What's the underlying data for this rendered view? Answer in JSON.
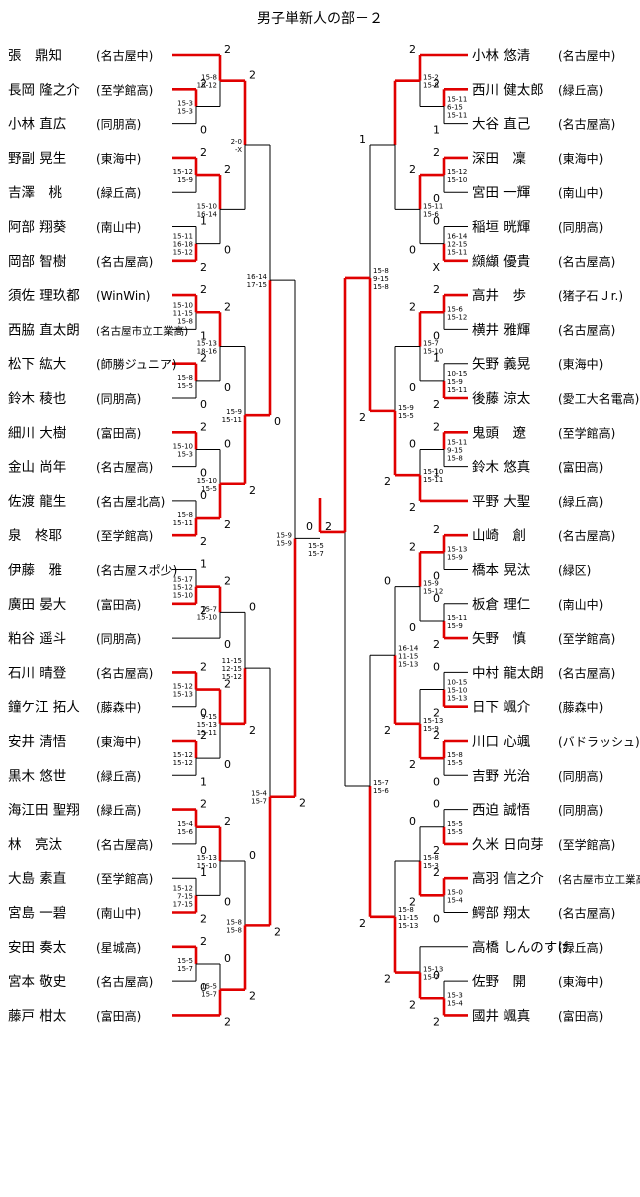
{
  "title": "男子単新人の部－２",
  "left_players": [
    {
      "name": "張　鼎知",
      "club": "(名古屋中)"
    },
    {
      "name": "長岡 隆之介",
      "club": "(至学館高)"
    },
    {
      "name": "小林 直広",
      "club": "(同朋高)"
    },
    {
      "name": "野副 晃生",
      "club": "(東海中)"
    },
    {
      "name": "吉澤　桃",
      "club": "(緑丘高)"
    },
    {
      "name": "阿部 翔葵",
      "club": "(南山中)"
    },
    {
      "name": "岡部 智樹",
      "club": "(名古屋高)"
    },
    {
      "name": "須佐 理玖都",
      "club": "(WinWin)"
    },
    {
      "name": "西脇 直太朗",
      "club": "(名古屋市立工業高)"
    },
    {
      "name": "松下 紘大",
      "club": "(師勝ジュニア)"
    },
    {
      "name": "鈴木 稜也",
      "club": "(同朋高)"
    },
    {
      "name": "細川 大樹",
      "club": "(富田高)"
    },
    {
      "name": "金山 尚年",
      "club": "(名古屋高)"
    },
    {
      "name": "佐渡 龍生",
      "club": "(名古屋北高)"
    },
    {
      "name": "泉　柊耶",
      "club": "(至学館高)"
    },
    {
      "name": "伊藤　雅",
      "club": "(名古屋スポ少)"
    },
    {
      "name": "廣田 晏大",
      "club": "(富田高)"
    },
    {
      "name": "粕谷 遥斗",
      "club": "(同朋高)"
    },
    {
      "name": "石川 晴登",
      "club": "(名古屋高)"
    },
    {
      "name": "鐘ケ江 拓人",
      "club": "(藤森中)"
    },
    {
      "name": "安井 清悟",
      "club": "(東海中)"
    },
    {
      "name": "黒木 悠世",
      "club": "(緑丘高)"
    },
    {
      "name": "海江田 聖翔",
      "club": "(緑丘高)"
    },
    {
      "name": "林　亮汰",
      "club": "(名古屋高)"
    },
    {
      "name": "大島 素直",
      "club": "(至学館高)"
    },
    {
      "name": "宮島 一碧",
      "club": "(南山中)"
    },
    {
      "name": "安田 奏太",
      "club": "(星城高)"
    },
    {
      "name": "宮本 敬史",
      "club": "(名古屋高)"
    },
    {
      "name": "藤戸 柑太",
      "club": "(富田高)"
    }
  ],
  "right_players": [
    {
      "name": "小林 悠清",
      "club": "(名古屋中)"
    },
    {
      "name": "西川 健太郎",
      "club": "(緑丘高)"
    },
    {
      "name": "大谷 直己",
      "club": "(名古屋高)"
    },
    {
      "name": "深田　凜",
      "club": "(東海中)"
    },
    {
      "name": "宮田 一輝",
      "club": "(南山中)"
    },
    {
      "name": "稲垣 晄輝",
      "club": "(同朋高)"
    },
    {
      "name": "纐纈 優貴",
      "club": "(名古屋高)"
    },
    {
      "name": "高井　歩",
      "club": "(猪子石Ｊr.)"
    },
    {
      "name": "横井 雅輝",
      "club": "(名古屋高)"
    },
    {
      "name": "矢野 義晃",
      "club": "(東海中)"
    },
    {
      "name": "後藤 涼太",
      "club": "(愛工大名電高)"
    },
    {
      "name": "鬼頭　遼",
      "club": "(至学館高)"
    },
    {
      "name": "鈴木 悠真",
      "club": "(富田高)"
    },
    {
      "name": "平野 大聖",
      "club": "(緑丘高)"
    },
    {
      "name": "山崎　創",
      "club": "(名古屋高)"
    },
    {
      "name": "橋本 晃汰",
      "club": "(緑区)"
    },
    {
      "name": "板倉 理仁",
      "club": "(南山中)"
    },
    {
      "name": "矢野　慎",
      "club": "(至学館高)"
    },
    {
      "name": "中村 龍太朗",
      "club": "(名古屋高)"
    },
    {
      "name": "日下 颯介",
      "club": "(藤森中)"
    },
    {
      "name": "川口 心颯",
      "club": "(バドラッシュ)"
    },
    {
      "name": "吉野 光治",
      "club": "(同朋高)"
    },
    {
      "name": "西迫 誠悟",
      "club": "(同朋高)"
    },
    {
      "name": "久米 日向芽",
      "club": "(至学館高)"
    },
    {
      "name": "高羽 信之介",
      "club": "(名古屋市立工業高)"
    },
    {
      "name": "鰐部 翔太",
      "club": "(名古屋高)"
    },
    {
      "name": "高橋 しんのすけ",
      "club": "(緑丘高)"
    },
    {
      "name": "佐野　開",
      "club": "(東海中)"
    },
    {
      "name": "國井 颯真",
      "club": "(富田高)"
    }
  ],
  "matches": [
    {
      "id": "L1",
      "scores": [
        "15-8",
        "15-12"
      ],
      "results": [
        "2",
        ""
      ]
    },
    {
      "id": "L2",
      "scores": [
        "15-3",
        "15-3"
      ],
      "results": [
        "2",
        "0"
      ]
    },
    {
      "id": "L3",
      "scores": [
        "15-12",
        "15-9"
      ],
      "results": [
        "2",
        ""
      ]
    },
    {
      "id": "L4",
      "scores": [
        "15-11",
        "16-18",
        "15-12"
      ],
      "results": [
        "1",
        "2"
      ]
    },
    {
      "id": "L5",
      "scores": [
        "2-0",
        "-X"
      ],
      "results": [
        "2",
        ""
      ]
    },
    {
      "id": "L6",
      "scores": [
        "15-10",
        "16-14"
      ],
      "results": [
        "2",
        "0"
      ]
    },
    {
      "id": "L7",
      "scores": [
        "15-10",
        "11-15",
        "15-8"
      ],
      "results": [
        "2",
        "1"
      ]
    },
    {
      "id": "L8",
      "scores": [
        "15-8",
        "15-5"
      ],
      "results": [
        "2",
        "0"
      ]
    },
    {
      "id": "L9",
      "scores": [
        "15-13",
        "18-16"
      ],
      "results": [
        "2",
        "0"
      ]
    },
    {
      "id": "L10",
      "scores": [
        "15-10",
        "15-3"
      ],
      "results": [
        "2",
        "0"
      ]
    },
    {
      "id": "L11",
      "scores": [
        "15-8",
        "15-11"
      ],
      "results": [
        "0",
        "2"
      ]
    },
    {
      "id": "L12",
      "scores": [
        "15-10",
        "15-5"
      ],
      "results": [
        "0",
        "2"
      ]
    },
    {
      "id": "L13",
      "scores": [
        "15-9",
        "15-11"
      ],
      "results": [
        "",
        "2"
      ]
    },
    {
      "id": "L14",
      "scores": [
        "16-14",
        "17-15"
      ],
      "results": [
        "",
        "0"
      ]
    },
    {
      "id": "L15",
      "scores": [
        "15-17",
        "15-12",
        "15-10"
      ],
      "results": [
        "1",
        "2"
      ]
    },
    {
      "id": "L16",
      "scores": [
        "15-7",
        "15-10"
      ],
      "results": [
        "2",
        "0"
      ]
    },
    {
      "id": "L17",
      "scores": [
        "15-12",
        "15-13"
      ],
      "results": [
        "2",
        "0"
      ]
    },
    {
      "id": "L18",
      "scores": [
        "15-12",
        "15-12"
      ],
      "results": [
        "2",
        "1"
      ]
    },
    {
      "id": "L19",
      "scores": [
        "9-15",
        "15-13",
        "15-11"
      ],
      "results": [
        "2",
        "0"
      ]
    },
    {
      "id": "L20",
      "scores": [
        "11-15",
        "12-15",
        "15-12"
      ],
      "results": [
        "0",
        "2"
      ]
    },
    {
      "id": "L21",
      "scores": [
        "15-4",
        "15-6"
      ],
      "results": [
        "2",
        "0"
      ]
    },
    {
      "id": "L22",
      "scores": [
        "15-12",
        "7-15",
        "17-15"
      ],
      "results": [
        "1",
        "2"
      ]
    },
    {
      "id": "L23",
      "scores": [
        "15-13",
        "15-10"
      ],
      "results": [
        "2",
        "0"
      ]
    },
    {
      "id": "L24",
      "scores": [
        "15-5",
        "15-7"
      ],
      "results": [
        "2",
        "0"
      ]
    },
    {
      "id": "L25",
      "scores": [
        "15-5",
        "15-7"
      ],
      "results": [
        "0",
        "2"
      ]
    },
    {
      "id": "L26",
      "scores": [
        "15-8",
        "15-8"
      ],
      "results": [
        "0",
        "2"
      ]
    },
    {
      "id": "L27",
      "scores": [
        "15-4",
        "15-7"
      ],
      "results": [
        "",
        "2"
      ]
    },
    {
      "id": "L28",
      "scores": [
        "15-9",
        "15-9"
      ],
      "results": [
        "",
        "2"
      ]
    },
    {
      "id": "R1",
      "scores": [
        "15-2",
        "15-8"
      ],
      "results": [
        "2",
        ""
      ]
    },
    {
      "id": "R2",
      "scores": [
        "15-11",
        "6-15",
        "15-11"
      ],
      "results": [
        "2",
        "1"
      ]
    },
    {
      "id": "R3",
      "scores": [
        "15-12",
        "15-10"
      ],
      "results": [
        "2",
        "0"
      ]
    },
    {
      "id": "R4",
      "scores": [
        "16-14",
        "12-15",
        "15-11"
      ],
      "results": [
        "0",
        "X"
      ]
    },
    {
      "id": "R5",
      "scores": [
        "15-11",
        "15-6"
      ],
      "results": [
        "2",
        "0"
      ]
    },
    {
      "id": "R6",
      "scores": [
        "15-6",
        "15-12"
      ],
      "results": [
        "2",
        "0"
      ]
    },
    {
      "id": "R7",
      "scores": [
        "10-15",
        "15-9",
        "15-11"
      ],
      "results": [
        "1",
        "2"
      ]
    },
    {
      "id": "R8",
      "scores": [
        "15-7",
        "15-10"
      ],
      "results": [
        "2",
        "0"
      ]
    },
    {
      "id": "R9",
      "scores": [
        "15-11",
        "9-15",
        "15-8"
      ],
      "results": [
        "2",
        "1"
      ]
    },
    {
      "id": "R10",
      "scores": [
        "15-10",
        "15-11"
      ],
      "results": [
        "0",
        "2"
      ]
    },
    {
      "id": "R11",
      "scores": [
        "15-9",
        "15-5"
      ],
      "results": [
        "",
        "2"
      ]
    },
    {
      "id": "R12",
      "scores": [
        "15-8",
        "9-15",
        "15-8"
      ],
      "results": [
        "1",
        "2"
      ]
    },
    {
      "id": "R13",
      "scores": [
        "15-13",
        "15-9"
      ],
      "results": [
        "2",
        "0"
      ]
    },
    {
      "id": "R14",
      "scores": [
        "15-11",
        "15-9"
      ],
      "results": [
        "0",
        "2"
      ]
    },
    {
      "id": "R15",
      "scores": [
        "15-9",
        "15-12"
      ],
      "results": [
        "2",
        "0"
      ]
    },
    {
      "id": "R16",
      "scores": [
        "10-15",
        "15-10",
        "15-13"
      ],
      "results": [
        "0",
        "2"
      ]
    },
    {
      "id": "R17",
      "scores": [
        "15-8",
        "15-5"
      ],
      "results": [
        "2",
        "0"
      ]
    },
    {
      "id": "R18",
      "scores": [
        "16-14",
        "11-15",
        "15-13"
      ],
      "results": [
        "0",
        "2"
      ]
    },
    {
      "id": "R19",
      "scores": [
        "15-13",
        "15-9"
      ],
      "results": [
        "",
        "2"
      ]
    },
    {
      "id": "R20",
      "scores": [
        "15-5",
        "15-5"
      ],
      "results": [
        "0",
        "2"
      ]
    },
    {
      "id": "R21",
      "scores": [
        "15-0",
        "15-4"
      ],
      "results": [
        "2",
        "0"
      ]
    },
    {
      "id": "R22",
      "scores": [
        "15-8",
        "15-3"
      ],
      "results": [
        "0",
        "2"
      ]
    },
    {
      "id": "R23",
      "scores": [
        "15-13",
        "15-7"
      ],
      "results": [
        "",
        "2"
      ]
    },
    {
      "id": "R24",
      "scores": [
        "15-3",
        "15-4"
      ],
      "results": [
        "0",
        "2"
      ]
    },
    {
      "id": "R25",
      "scores": [
        "15-8",
        "11-15",
        "15-13"
      ],
      "results": [
        "",
        "2"
      ]
    },
    {
      "id": "R26",
      "scores": [
        "15-7",
        "15-6"
      ],
      "results": [
        "",
        "2"
      ]
    }
  ],
  "final": {
    "scores_left": [
      "15-5",
      "15-7"
    ],
    "results": [
      "0",
      "2"
    ]
  },
  "colors": {
    "win": "#e00000",
    "lose": "#000000"
  }
}
